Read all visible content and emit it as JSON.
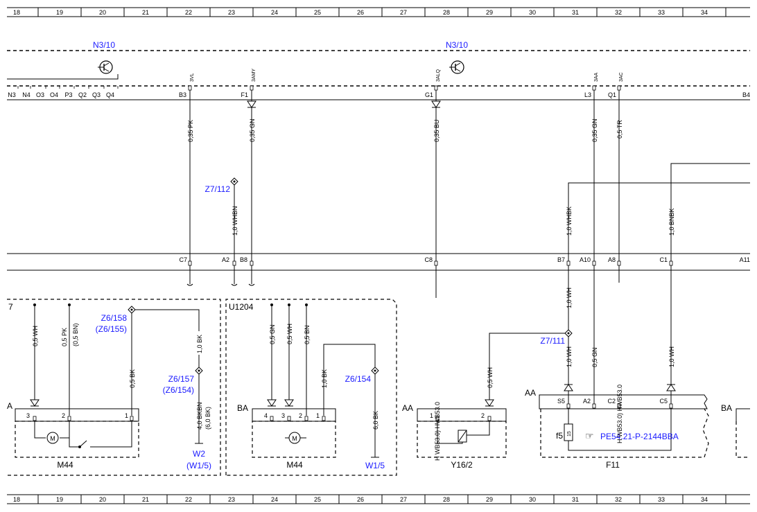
{
  "ruler": [
    "18",
    "19",
    "20",
    "21",
    "22",
    "23",
    "24",
    "25",
    "26",
    "27",
    "28",
    "29",
    "30",
    "31",
    "32",
    "33",
    "34"
  ],
  "modules": {
    "left": "N3/10",
    "right": "N3/10"
  },
  "bus_pins": [
    "N3",
    "N4",
    "O3",
    "O4",
    "P3",
    "Q2",
    "Q3",
    "Q4"
  ],
  "connector_pins_top": {
    "b3": "B3",
    "b3_code": "3VL",
    "f1": "F1",
    "f1_code": "3AMY",
    "g1": "G1",
    "g1_code": "3ALQ",
    "l3": "L3",
    "l3_code": "3AA",
    "q1": "Q1",
    "q1_code": "3AC",
    "b4": "B4"
  },
  "top_wires": {
    "w1": "0,35 PK",
    "w2": "0,35 GN",
    "w3": "0,35 BU",
    "w4": "0,35 GN",
    "w5": "0,5 TR"
  },
  "mid_wires": {
    "whbn": "1,0 WHBN",
    "whbk": "1,0 WHBK",
    "bnbk": "1,0 BNBK"
  },
  "splices": {
    "z7_112": "Z7/112",
    "z6_158": "Z6/158",
    "z6_155": "(Z6/155)",
    "z6_157": "Z6/157",
    "z6_154b": "(Z6/154)",
    "z6_154": "Z6/154",
    "z7_111": "Z7/111"
  },
  "mid_pins": {
    "c7": "C7",
    "a2": "A2",
    "b8": "B8",
    "c8": "C8",
    "b7": "B7",
    "a10": "A10",
    "a8": "A8",
    "c1": "C1",
    "a11": "A11"
  },
  "lower_wires": {
    "wh05a": "0,5 WH",
    "pk05": "0,5 PK",
    "bn05p": "(0,5 BN)",
    "bk10a": "1,0 BK",
    "bk05": "0,5 BK",
    "bkbn40": "4,0 BKBN",
    "bk60p": "(6,0 BK)",
    "gn05": "0,5 GN",
    "wh05b": "0,5 WH",
    "bn05": "0,5 BN",
    "bk10b": "1,0 BK",
    "bk60": "6,0 BK",
    "wh05c": "0,5 WH",
    "wh10a": "1,0 WH",
    "wh10b": "1,0 WH",
    "gn05b": "0,5 GN",
    "wh10c": "1,0 WH"
  },
  "u1204": "U1204",
  "prefix": {
    "a": "A",
    "ba1": "BA",
    "aa1": "AA",
    "aa2": "AA",
    "ba2": "BA",
    "left7": "7"
  },
  "pins": {
    "m1_3": "3",
    "m1_2": "2",
    "m1_1": "1",
    "m2_4": "4",
    "m2_3": "3",
    "m2_2": "2",
    "m2_1": "1",
    "y_1": "1",
    "y_2": "2",
    "f_s5": "S5",
    "f_a2": "A2",
    "f_c2": "C2",
    "f_c5": "C5",
    "f_15": "15"
  },
  "components": {
    "m44a": "M44",
    "m44b": "M44",
    "y162": "Y16/2",
    "f11": "F11",
    "f5": "f5"
  },
  "grounds": {
    "w2": "W2",
    "w15p": "(W1/5)",
    "w15": "W1/5"
  },
  "refs": {
    "pe": "PE54.21-P-2144BBA",
    "hwb1": "H WB53.0) HWB53.0",
    "hwb2": "H WB53.0) HWB53.0"
  },
  "colors": {
    "ink": "#000000",
    "link": "#1a1aff"
  }
}
